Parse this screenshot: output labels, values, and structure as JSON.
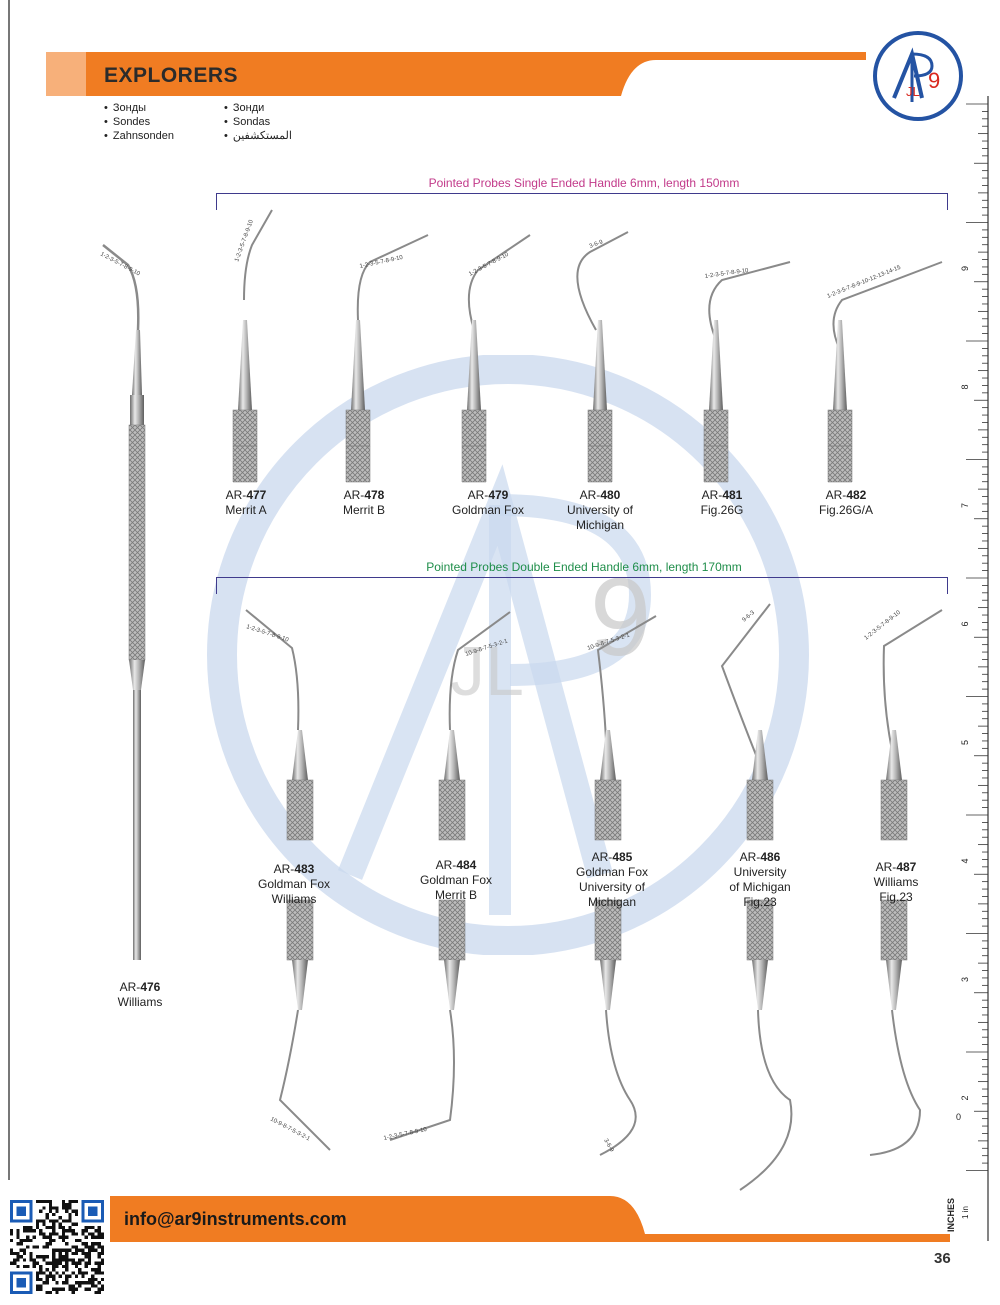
{
  "header": {
    "title": "EXPLORERS",
    "languages_col1": [
      "Зонды",
      "Sondes",
      "Zahnsonden"
    ],
    "languages_col2": [
      "Зонди",
      "Sondas",
      "المستكشفين"
    ]
  },
  "brand": {
    "accent_color": "#f07c22",
    "bracket_color": "#3f3a8c",
    "watermark_color": "#c9d8ee",
    "logo_icon": "ar9-logo-icon"
  },
  "sections": {
    "single_title": "Pointed Probes Single Ended Handle 6mm, length 150mm",
    "double_title": "Pointed Probes Double Ended Handle 6mm, length 170mm"
  },
  "products": {
    "p476": {
      "prefix": "AR-",
      "num": "476",
      "name": "Williams"
    },
    "p477": {
      "prefix": "AR-",
      "num": "477",
      "name": "Merrit A"
    },
    "p478": {
      "prefix": "AR-",
      "num": "478",
      "name": "Merrit B"
    },
    "p479": {
      "prefix": "AR-",
      "num": "479",
      "name": "Goldman Fox"
    },
    "p480": {
      "prefix": "AR-",
      "num": "480",
      "name1": "University of",
      "name2": "Michigan"
    },
    "p481": {
      "prefix": "AR-",
      "num": "481",
      "name": "Fig.26G"
    },
    "p482": {
      "prefix": "AR-",
      "num": "482",
      "name": "Fig.26G/A"
    },
    "p483": {
      "prefix": "AR-",
      "num": "483",
      "name1": "Goldman Fox",
      "name2": "Williams"
    },
    "p484": {
      "prefix": "AR-",
      "num": "484",
      "name1": "Goldman Fox",
      "name2": "Merrit B"
    },
    "p485": {
      "prefix": "AR-",
      "num": "485",
      "name1": "Goldman Fox",
      "name2": "University of",
      "name3": "Michigan"
    },
    "p486": {
      "prefix": "AR-",
      "num": "486",
      "name1": "University",
      "name2": "of Michigan",
      "name3": "Fig.23"
    },
    "p487": {
      "prefix": "AR-",
      "num": "487",
      "name1": "Williams",
      "name2": "Fig.23"
    }
  },
  "tip_marks": {
    "m476": "1-2-3-5-7-8-9-10",
    "m477": "1-2-3-5-7-8-9-10",
    "m478": "1-2-3-5-7-8-9-10",
    "m479": "1-2-3-5-7-8-9-10",
    "m480": "3-6-9",
    "m481": "1-2-3-5-7-8-9-10",
    "m482": "1-2-3-5-7-8-9-10-12-13-14-15",
    "m483a": "1-2-3-5-7-8-9-10",
    "m483b": "10-9-8-7-5-3-2-1",
    "m484a": "10-9-8-7-5-3-2-1",
    "m484b": "1-2-3-5-7-8-9-10",
    "m485a": "10-9-8-7-5-3-2-1",
    "m485b": "3-6-9",
    "m486": "9-6-3",
    "m487": "1-2-3-5-7-8-9-10"
  },
  "ruler": {
    "unit_label": "INCHES",
    "numbers": [
      "0",
      "1 in",
      "2",
      "3",
      "4",
      "5",
      "6",
      "7",
      "8",
      "9"
    ]
  },
  "footer": {
    "email": "info@ar9instruments.com",
    "page_number": "36",
    "qr_icon": "qr-code-icon"
  }
}
